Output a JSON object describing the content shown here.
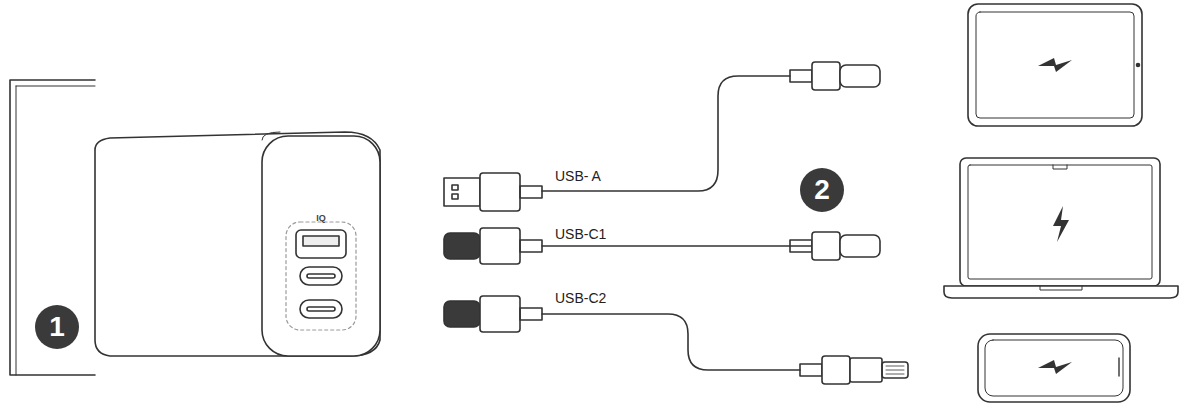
{
  "diagram": {
    "labels": [
      "IQ",
      "1",
      "USB- A",
      "USB-C1",
      "USB-C2",
      "2"
    ]
  }
}
